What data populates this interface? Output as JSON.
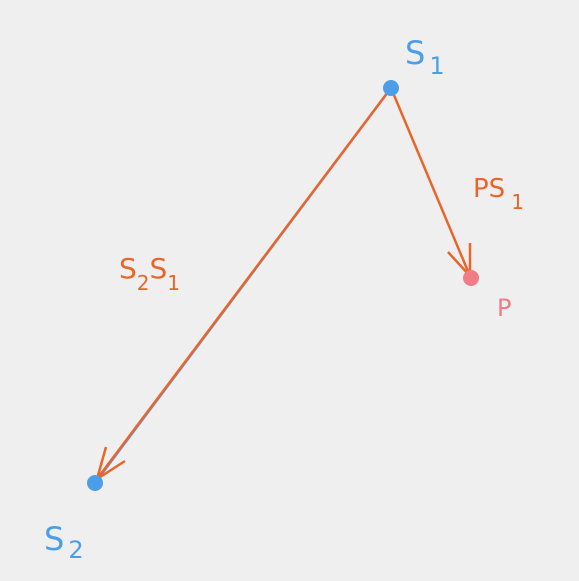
{
  "colors": {
    "background": "#efefef",
    "point_blue": "#4d9ee8",
    "point_pink": "#f07c84",
    "vector_orange": "#e8662a",
    "line_blue": "#4d9ee8",
    "label_blue": "#4d9ee8",
    "label_orange": "#e8662a",
    "label_pink": "#f07c84"
  },
  "points": {
    "s1": {
      "label": "S",
      "sub": "1"
    },
    "s2": {
      "label": "S",
      "sub": "2"
    },
    "p": {
      "label": "P"
    }
  },
  "vectors": {
    "ps1": {
      "main": "PS",
      "sub": "1"
    },
    "s2s1": {
      "main1": "S",
      "sub1": "2",
      "main2": "S",
      "sub2": "1"
    }
  }
}
